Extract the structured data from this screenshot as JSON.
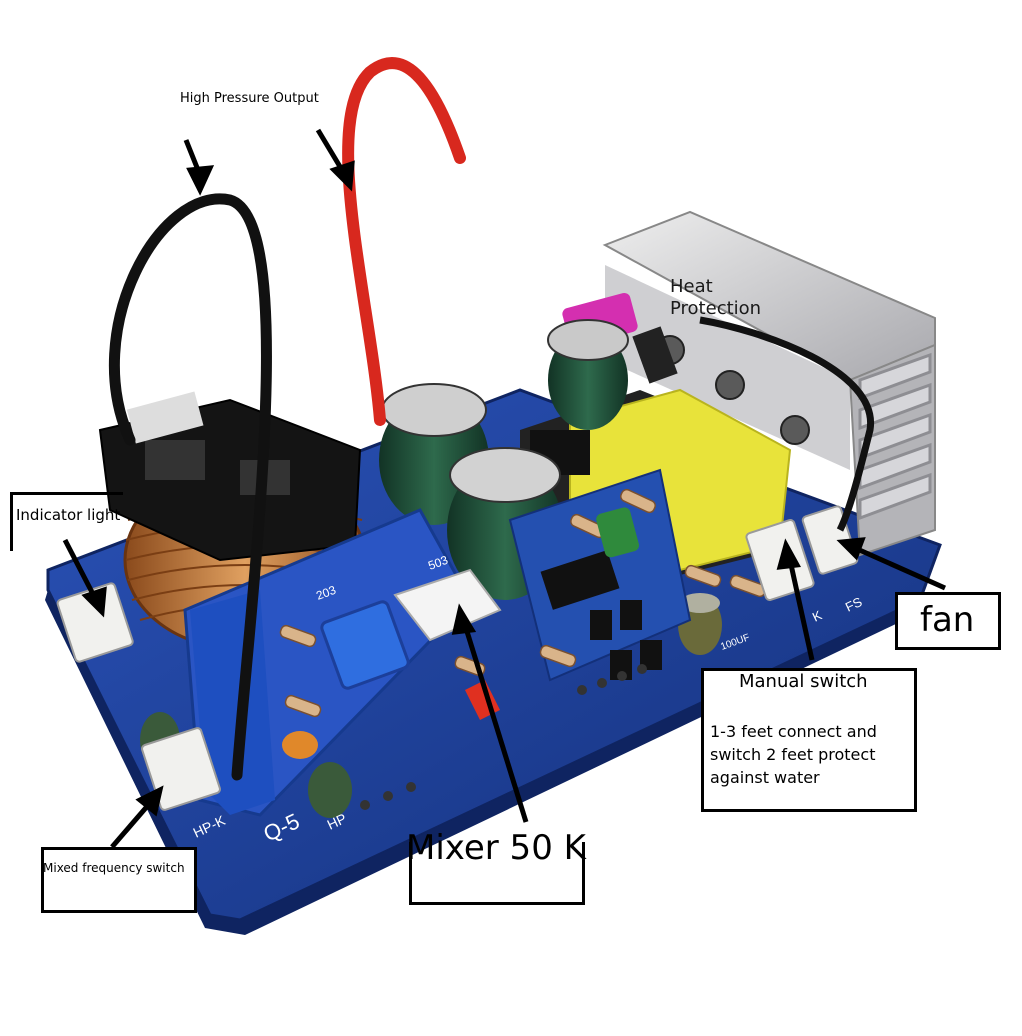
{
  "labels": {
    "high_pressure_output": "High Pressure Output",
    "heat_protection_line1": "Heat",
    "heat_protection_line2": "Protection",
    "indicator_light": "Indicator light",
    "fan": "fan",
    "manual_switch": "Manual switch",
    "manual_note_line1": "1-3 feet connect and",
    "manual_note_line2": "switch 2 feet protect",
    "manual_note_line3": "against water",
    "mixer": "Mixer 50 K",
    "mixed_frequency_switch": "Mixed frequency switch"
  },
  "board_markings": {
    "hp_k": "HP-K",
    "model": "Q-5",
    "hp": "HP",
    "pot_203": "203",
    "pot_503": "503",
    "fs": "FS",
    "k": "K",
    "cap_100uf": "100UF"
  },
  "colors": {
    "pcb": "#1c3f9a",
    "pcb_edge": "#122b6e",
    "copper_coil": "#c27a3a",
    "capacitor": "#1e4a36",
    "heatsink": "#c9c9cc",
    "transformer_tape": "#e8e33a",
    "red_wire": "#d8281e",
    "black_wire": "#111111"
  }
}
